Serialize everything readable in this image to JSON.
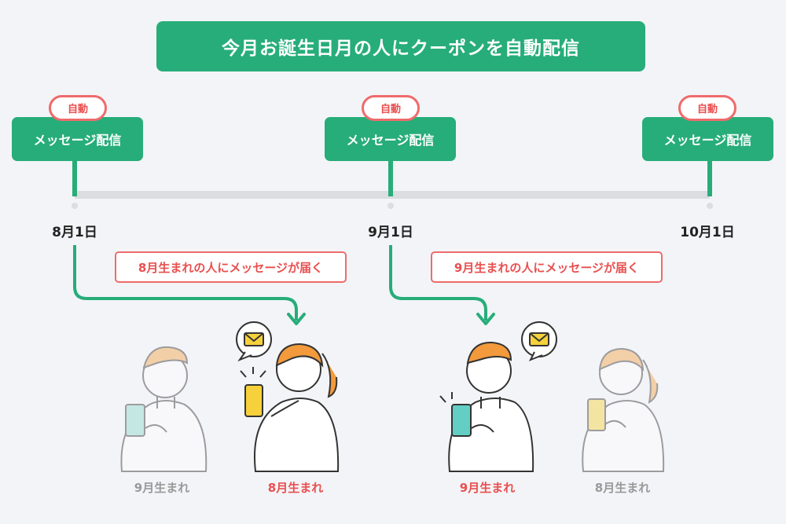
{
  "title": "今月お誕生日月の人にクーポンを自動配信",
  "timeline": {
    "events": [
      {
        "badge": "自動",
        "action": "メッセージ配信",
        "date": "8月1日"
      },
      {
        "badge": "自動",
        "action": "メッセージ配信",
        "date": "9月1日"
      },
      {
        "badge": "自動",
        "action": "メッセージ配信",
        "date": "10月1日"
      }
    ]
  },
  "callouts": [
    "8月生まれの人にメッセージが届く",
    "9月生まれの人にメッセージが届く"
  ],
  "people": [
    {
      "caption": "9月生まれ",
      "highlighted": false
    },
    {
      "caption": "8月生まれ",
      "highlighted": true
    },
    {
      "caption": "9月生まれ",
      "highlighted": true
    },
    {
      "caption": "8月生まれ",
      "highlighted": false
    }
  ],
  "colors": {
    "green": "#27ad7a",
    "red": "#e94f4f",
    "background": "#f3f4f7"
  }
}
